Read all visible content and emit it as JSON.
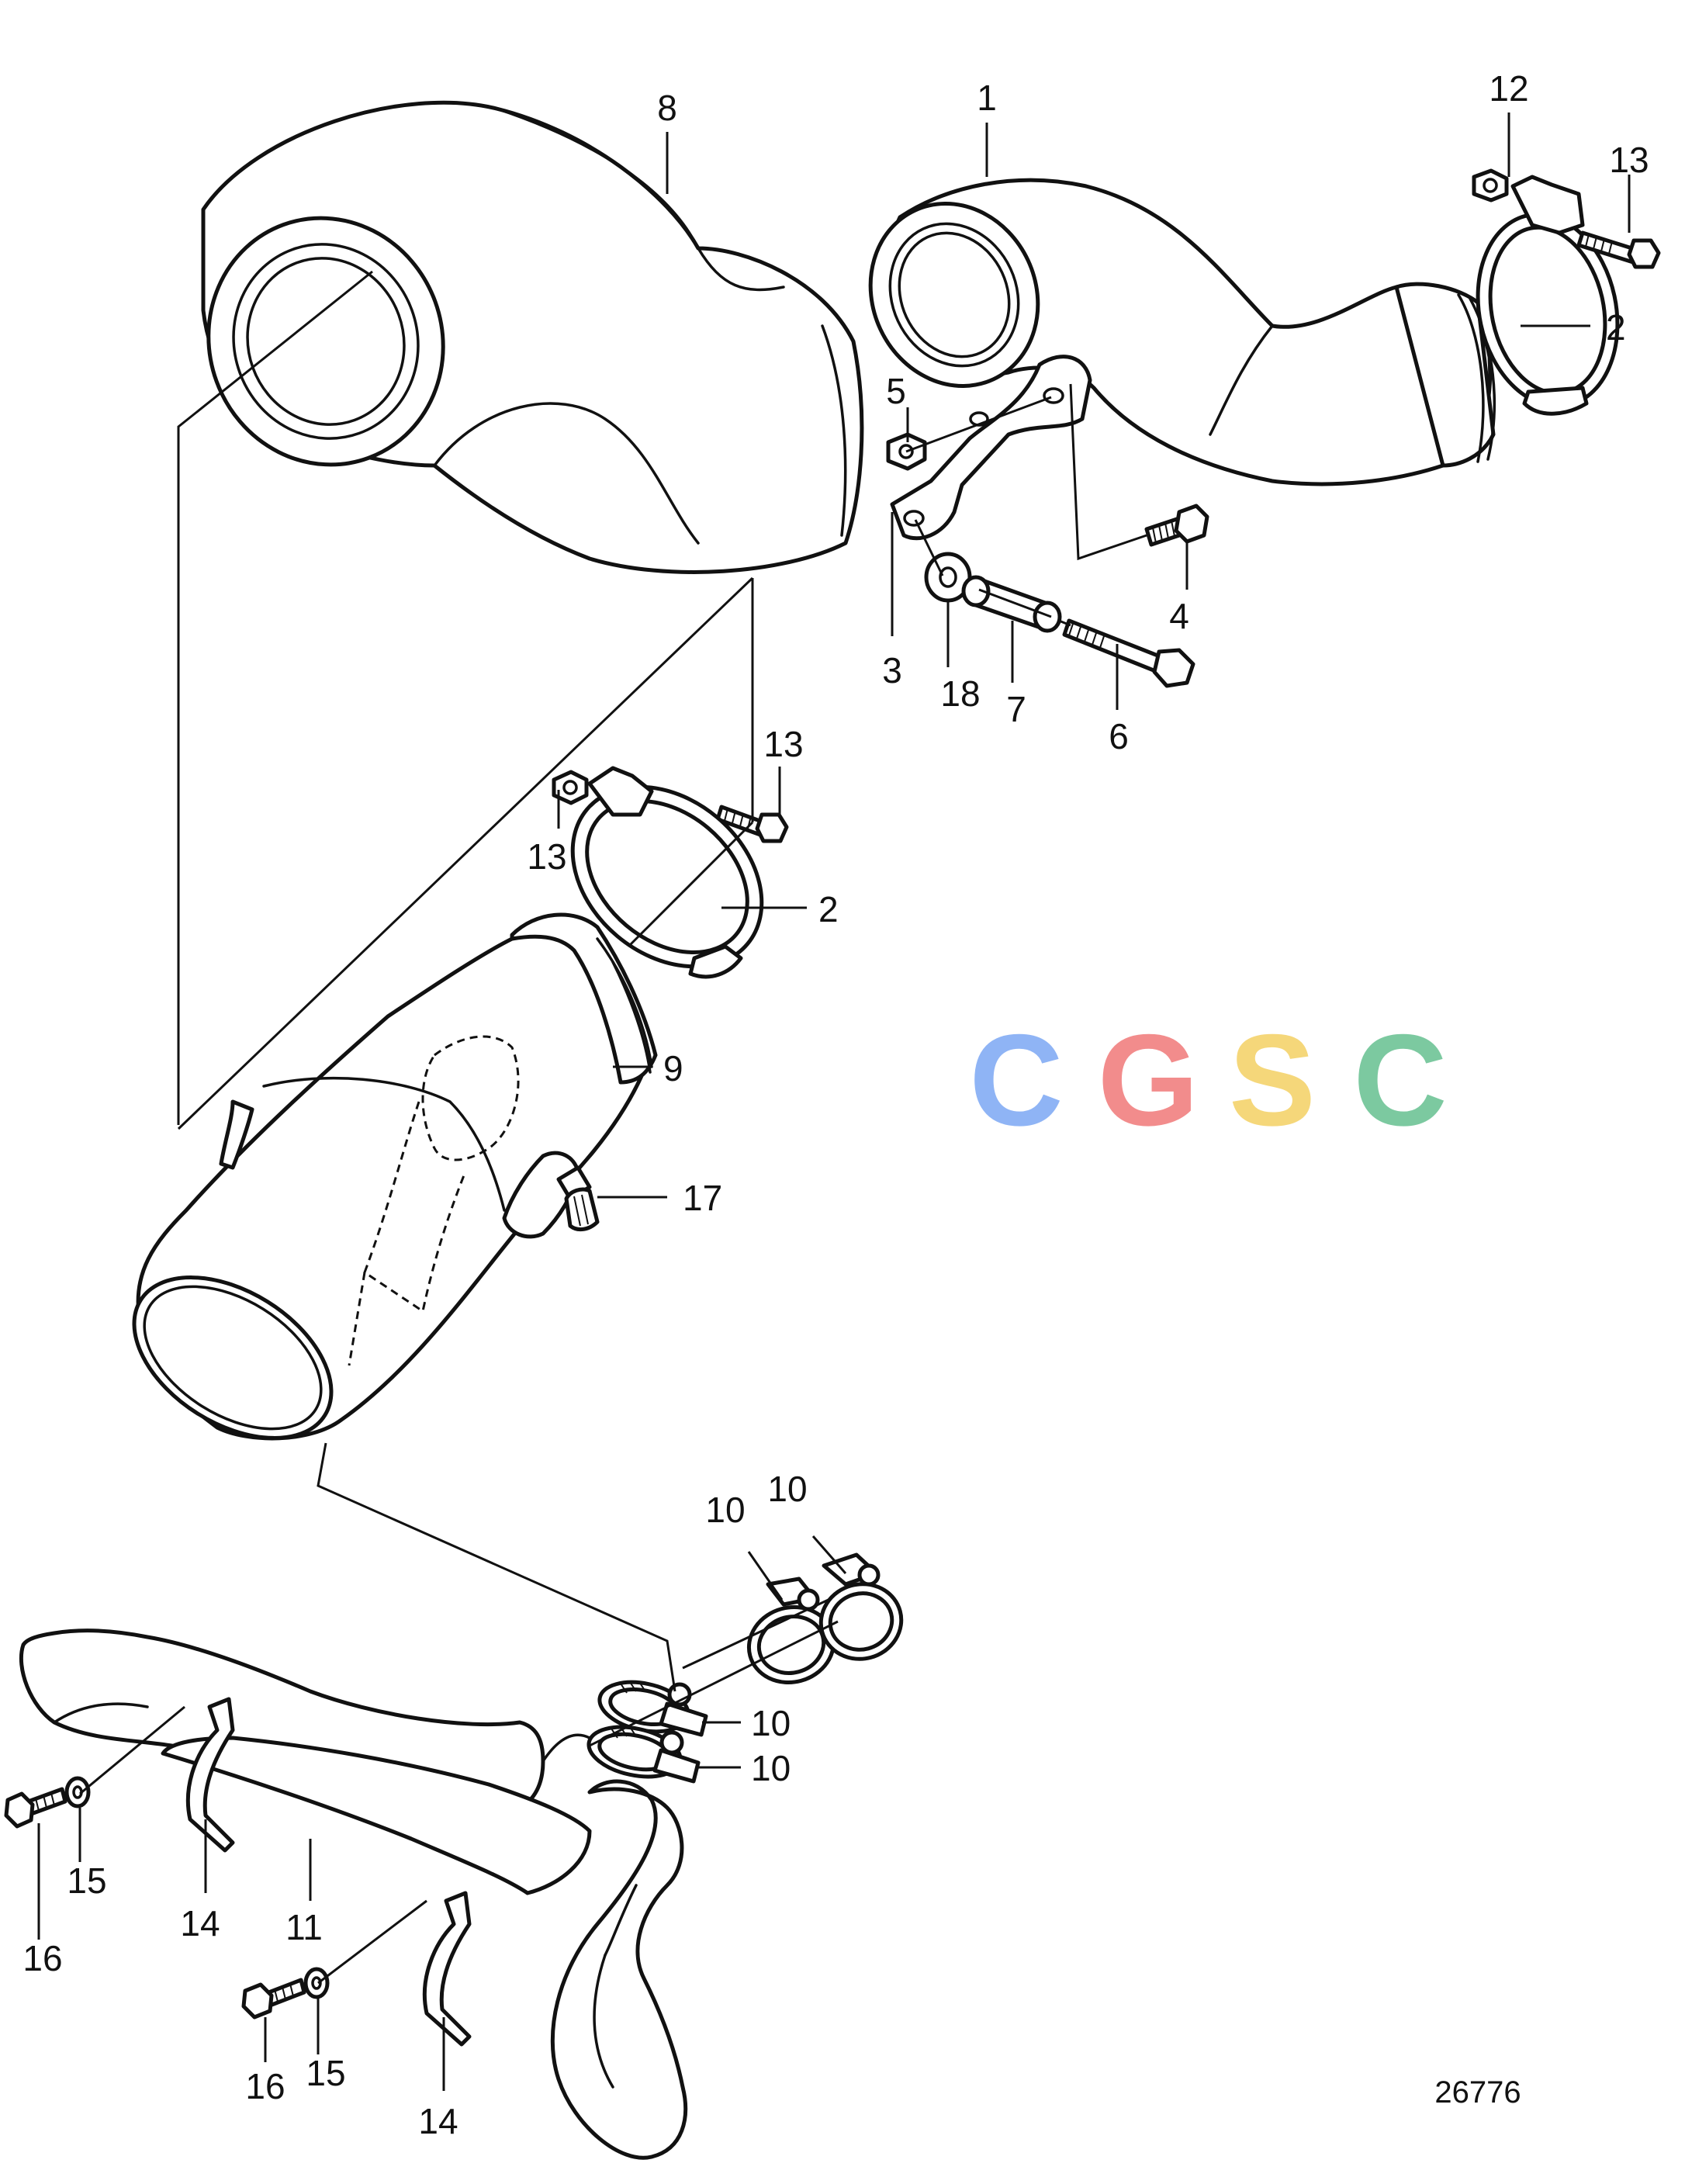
{
  "callouts": [
    {
      "id": "1",
      "label": "1"
    },
    {
      "id": "2a",
      "label": "2"
    },
    {
      "id": "2b",
      "label": "2"
    },
    {
      "id": "3",
      "label": "3"
    },
    {
      "id": "4",
      "label": "4"
    },
    {
      "id": "5",
      "label": "5"
    },
    {
      "id": "6",
      "label": "6"
    },
    {
      "id": "7",
      "label": "7"
    },
    {
      "id": "8",
      "label": "8"
    },
    {
      "id": "9",
      "label": "9"
    },
    {
      "id": "10a",
      "label": "10"
    },
    {
      "id": "10b",
      "label": "10"
    },
    {
      "id": "10c",
      "label": "10"
    },
    {
      "id": "10d",
      "label": "10"
    },
    {
      "id": "11",
      "label": "11"
    },
    {
      "id": "12a",
      "label": "12"
    },
    {
      "id": "12b",
      "label": "12"
    },
    {
      "id": "13a",
      "label": "13"
    },
    {
      "id": "13b",
      "label": "13"
    },
    {
      "id": "14a",
      "label": "14"
    },
    {
      "id": "14b",
      "label": "14"
    },
    {
      "id": "15a",
      "label": "15"
    },
    {
      "id": "15b",
      "label": "15"
    },
    {
      "id": "16a",
      "label": "16"
    },
    {
      "id": "16b",
      "label": "16"
    },
    {
      "id": "17",
      "label": "17"
    },
    {
      "id": "18",
      "label": "18"
    }
  ],
  "watermark": {
    "letters": [
      {
        "char": "C",
        "color": "#8fb4f5"
      },
      {
        "char": "G",
        "color": "#f28c8c"
      },
      {
        "char": "S",
        "color": "#f5d77a"
      },
      {
        "char": "C",
        "color": "#7cc9a0"
      }
    ]
  },
  "drawing_number": "26776"
}
